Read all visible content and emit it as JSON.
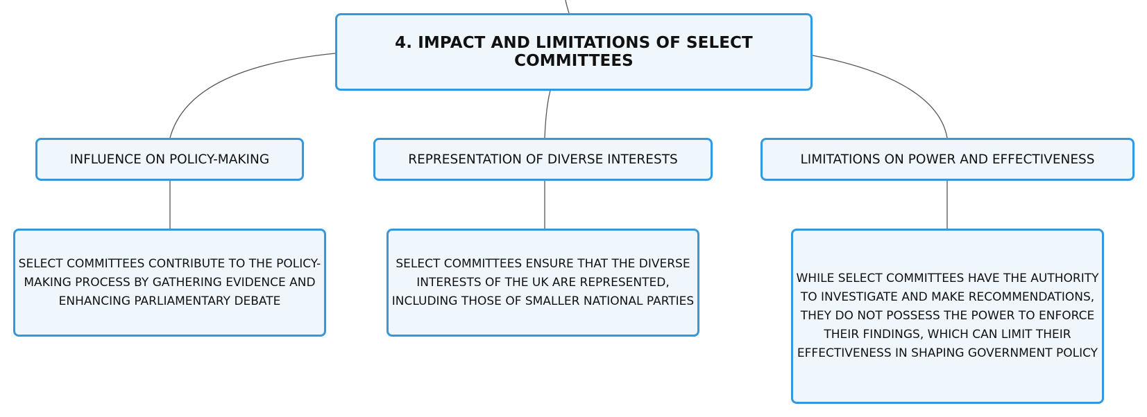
{
  "diagram": {
    "colors": {
      "node_fill": "#eff7fd",
      "node_border": "#3499dc",
      "connector": "#555555"
    },
    "root": {
      "label": "4. IMPACT AND LIMITATIONS OF SELECT COMMITTEES"
    },
    "topics": [
      {
        "label": "INFLUENCE ON POLICY-MAKING",
        "detail": "SELECT COMMITTEES CONTRIBUTE TO THE POLICY-MAKING PROCESS BY GATHERING EVIDENCE AND ENHANCING PARLIAMENTARY DEBATE"
      },
      {
        "label": "REPRESENTATION OF DIVERSE INTERESTS",
        "detail": "SELECT COMMITTEES ENSURE THAT THE DIVERSE INTERESTS OF THE UK ARE REPRESENTED, INCLUDING THOSE OF SMALLER NATIONAL PARTIES"
      },
      {
        "label": "LIMITATIONS ON POWER AND EFFECTIVENESS",
        "detail": "WHILE SELECT COMMITTEES HAVE THE AUTHORITY TO INVESTIGATE AND MAKE RECOMMENDATIONS, THEY DO NOT POSSESS THE POWER TO ENFORCE THEIR FINDINGS, WHICH CAN LIMIT THEIR EFFECTIVENESS IN SHAPING GOVERNMENT POLICY"
      }
    ]
  }
}
